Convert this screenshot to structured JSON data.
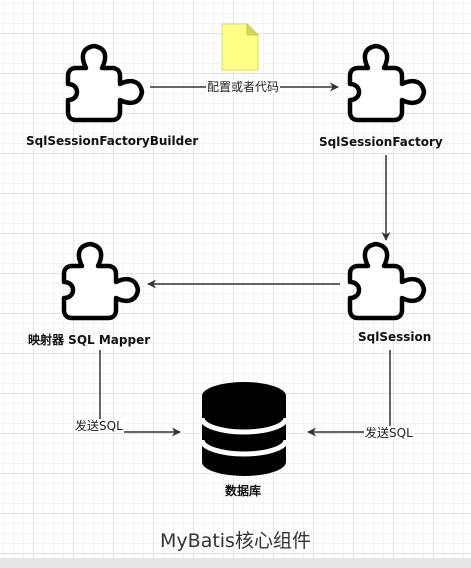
{
  "nodes": {
    "builder": {
      "label": "SqlSessionFactoryBuilder",
      "icon": "puzzle-piece-icon"
    },
    "factory": {
      "label": "SqlSessionFactory",
      "icon": "puzzle-piece-icon"
    },
    "session": {
      "label": "SqlSession",
      "icon": "puzzle-piece-icon"
    },
    "mapper": {
      "label": "映射器 SQL Mapper",
      "icon": "puzzle-piece-icon"
    },
    "database": {
      "label": "数据库",
      "icon": "database-icon"
    },
    "config_file": {
      "icon": "file-icon",
      "color": "#ffff88"
    }
  },
  "edges": {
    "builder_to_factory": {
      "label": "配置或者代码"
    },
    "mapper_to_database": {
      "label": "发送SQL"
    },
    "session_to_database": {
      "label": "发送SQL"
    }
  },
  "caption": "MyBatis核心组件"
}
